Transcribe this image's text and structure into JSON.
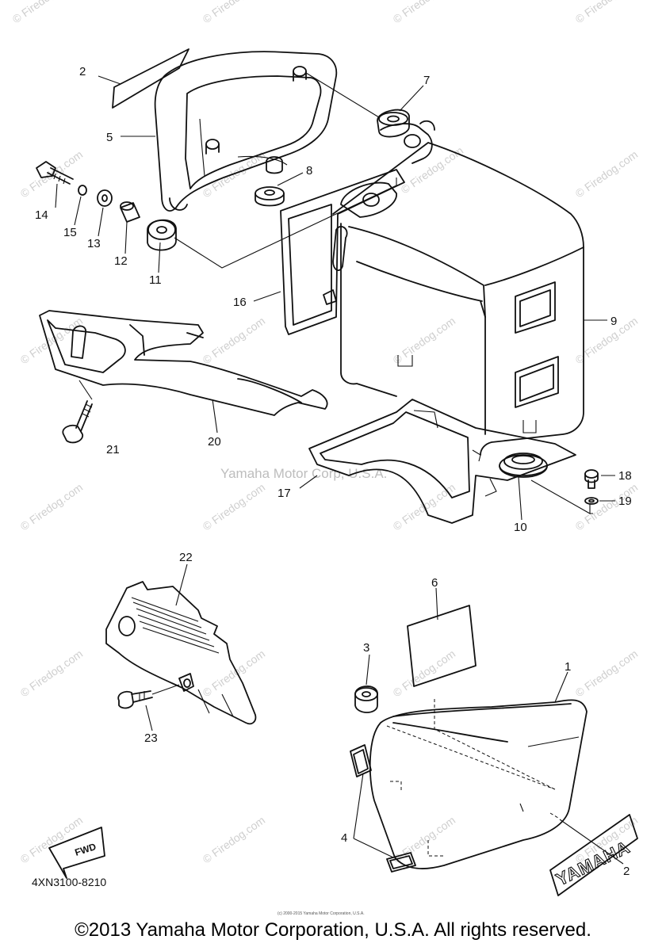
{
  "diagram": {
    "catalog_number": "4XN3100-8210",
    "center_watermark": "Yamaha Motor Corp, U.S.A.",
    "watermark_text": "© Firedog.com",
    "fwd_label": "FWD",
    "logo_text": "YAMAHA",
    "callouts": [
      {
        "id": "2a",
        "label": "2"
      },
      {
        "id": "5",
        "label": "5"
      },
      {
        "id": "7",
        "label": "7"
      },
      {
        "id": "8",
        "label": "8"
      },
      {
        "id": "14",
        "label": "14"
      },
      {
        "id": "15",
        "label": "15"
      },
      {
        "id": "13",
        "label": "13"
      },
      {
        "id": "12",
        "label": "12"
      },
      {
        "id": "11",
        "label": "11"
      },
      {
        "id": "16",
        "label": "16"
      },
      {
        "id": "9",
        "label": "9"
      },
      {
        "id": "21",
        "label": "21"
      },
      {
        "id": "20",
        "label": "20"
      },
      {
        "id": "17",
        "label": "17"
      },
      {
        "id": "18",
        "label": "18"
      },
      {
        "id": "19",
        "label": "19"
      },
      {
        "id": "10",
        "label": "10"
      },
      {
        "id": "22",
        "label": "22"
      },
      {
        "id": "6",
        "label": "6"
      },
      {
        "id": "3",
        "label": "3"
      },
      {
        "id": "1",
        "label": "1"
      },
      {
        "id": "23",
        "label": "23"
      },
      {
        "id": "4",
        "label": "4"
      },
      {
        "id": "2b",
        "label": "2"
      }
    ]
  },
  "footer": {
    "copyright": "©2013 Yamaha Motor Corporation, U.S.A. All rights reserved.",
    "fine_print": "(c) 2000-2015 Yamaha Motor Corporation, U.S.A."
  }
}
